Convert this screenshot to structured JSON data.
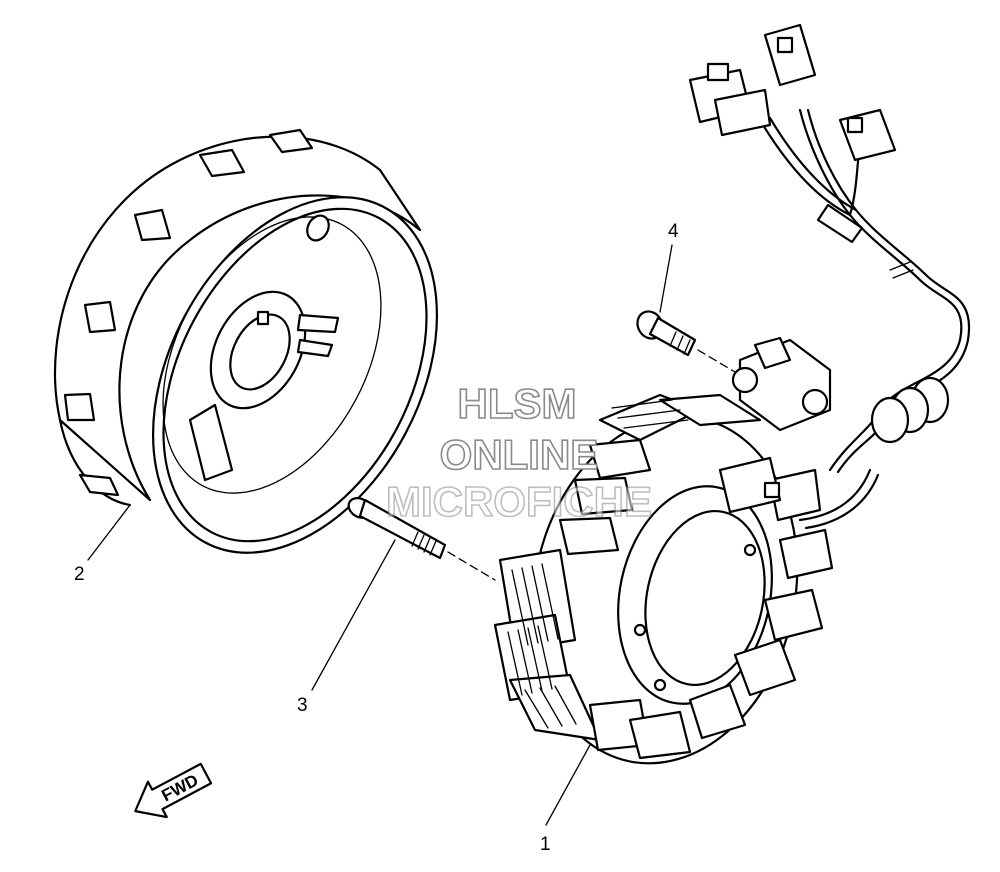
{
  "callouts": [
    {
      "id": "1",
      "label": "1"
    },
    {
      "id": "2",
      "label": "2"
    },
    {
      "id": "3",
      "label": "3"
    },
    {
      "id": "4",
      "label": "4"
    }
  ],
  "watermark": {
    "line1": "HLSM",
    "line2": "ONLINE",
    "line3": "MICROFICHE"
  },
  "direction_arrow": {
    "label": "FWD"
  },
  "colors": {
    "line": "#000000",
    "background": "#ffffff",
    "watermark_outline": "#8a8a8a"
  }
}
